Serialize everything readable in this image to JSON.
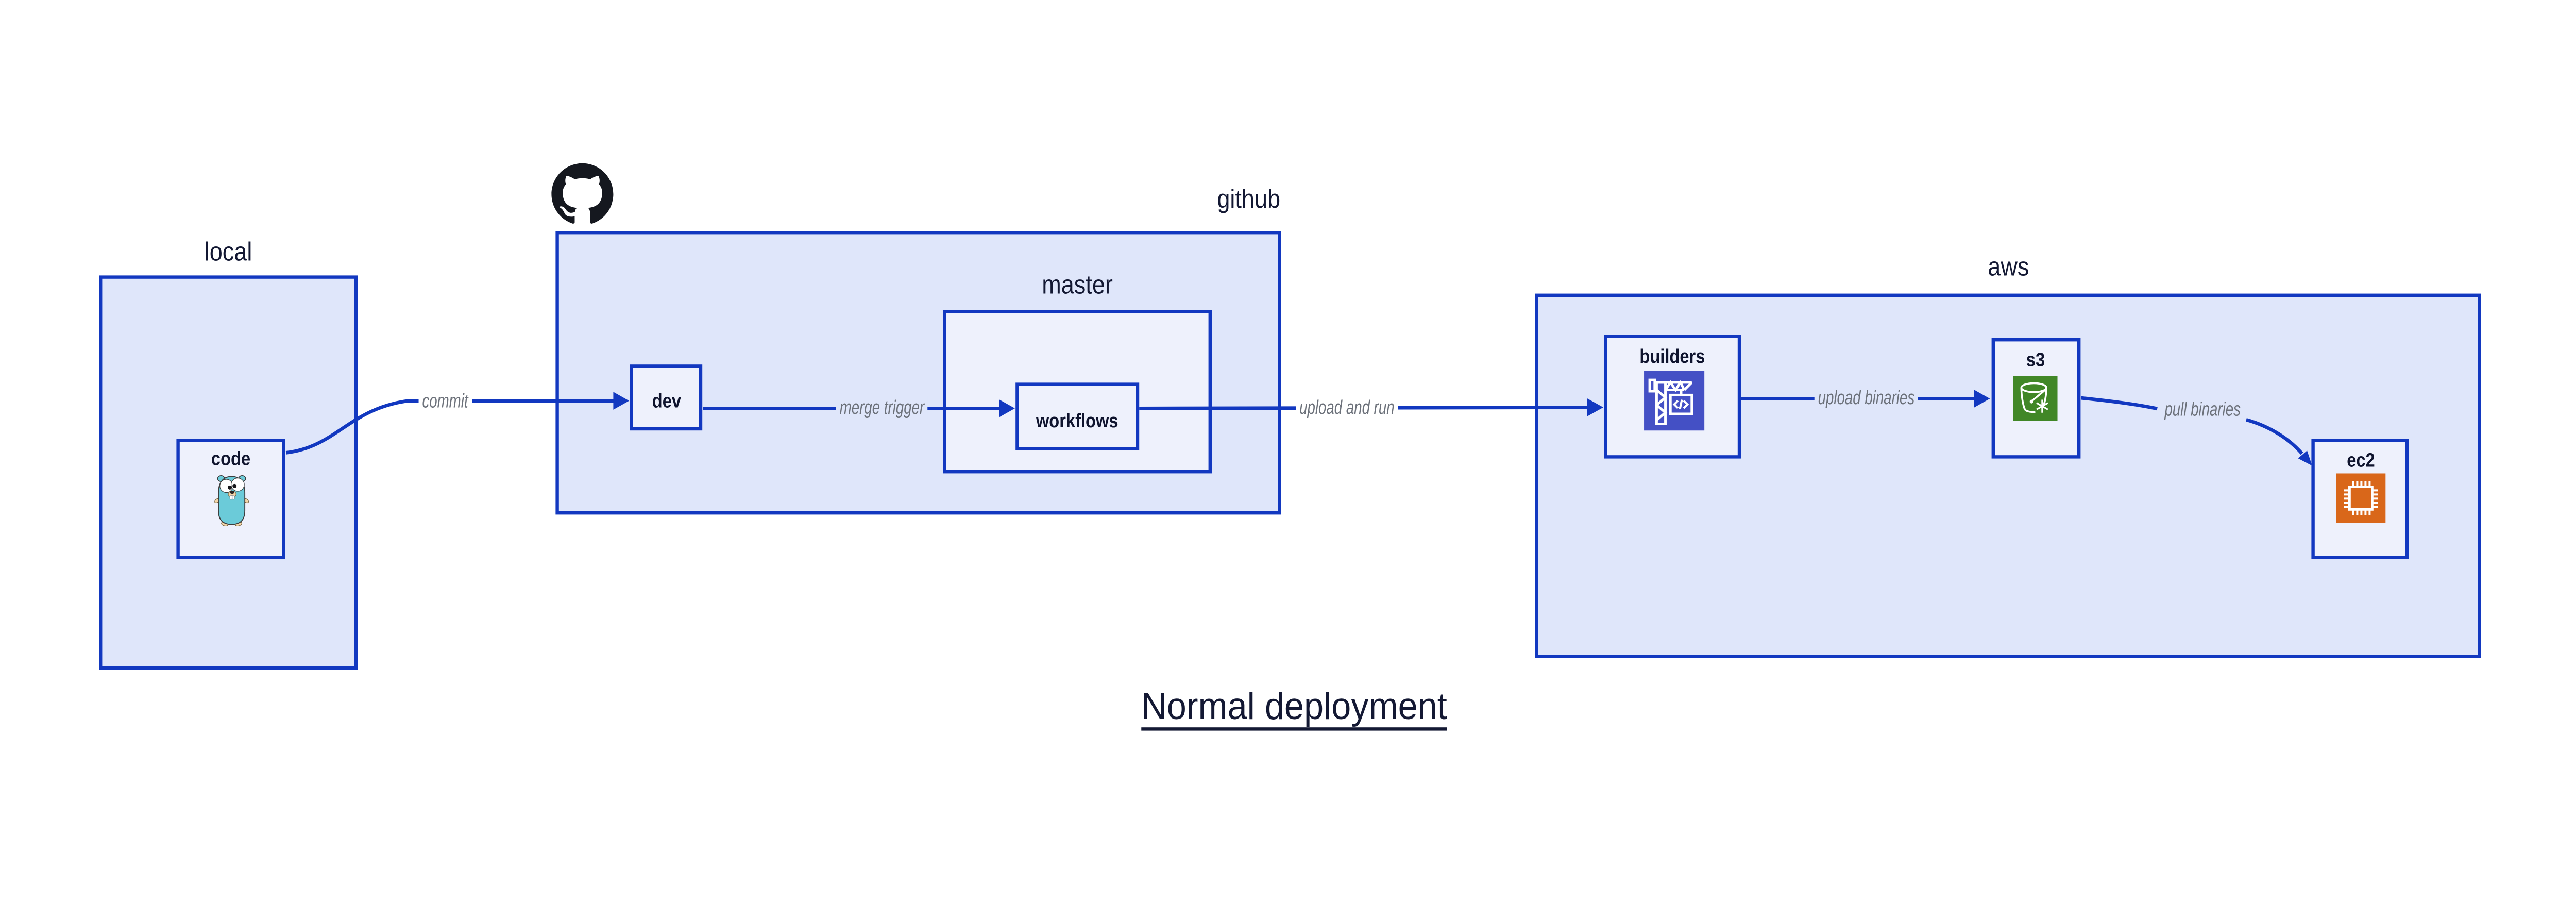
{
  "title": {
    "text": "Normal deployment"
  },
  "containers": {
    "local": {
      "label": "local"
    },
    "github": {
      "label": "github"
    },
    "master": {
      "label": "master"
    },
    "aws": {
      "label": "aws"
    }
  },
  "nodes": {
    "code": {
      "label": "code",
      "icon": "go-gopher-icon"
    },
    "dev": {
      "label": "dev"
    },
    "workflows": {
      "label": "workflows"
    },
    "builders": {
      "label": "builders",
      "icon": "codebuild-crane-icon"
    },
    "s3": {
      "label": "s3",
      "icon": "s3-bucket-icon"
    },
    "ec2": {
      "label": "ec2",
      "icon": "ec2-chip-icon"
    }
  },
  "edges": [
    {
      "id": "commit",
      "from": "code",
      "to": "dev",
      "label": "commit"
    },
    {
      "id": "merge-trigger",
      "from": "dev",
      "to": "workflows",
      "label": "merge trigger"
    },
    {
      "id": "upload-and-run",
      "from": "workflows",
      "to": "builders",
      "label": "upload and run"
    },
    {
      "id": "upload-binaries",
      "from": "builders",
      "to": "s3",
      "label": "upload binaries"
    },
    {
      "id": "pull-binaries",
      "from": "s3",
      "to": "ec2",
      "label": "pull binaries"
    }
  ],
  "colors": {
    "outline_blue": "#1238c0",
    "container_fill": "#dfe6fa",
    "node_fill": "#eef1fc",
    "text_navy": "#131833",
    "edge_label_gray": "#6c717a",
    "gopher_teal": "#6bcbd9",
    "codebuild_indigo": "#4450c5",
    "s3_green": "#418727",
    "ec2_orange": "#d9671a",
    "github_black": "#15181f",
    "background": "#ffffff"
  }
}
